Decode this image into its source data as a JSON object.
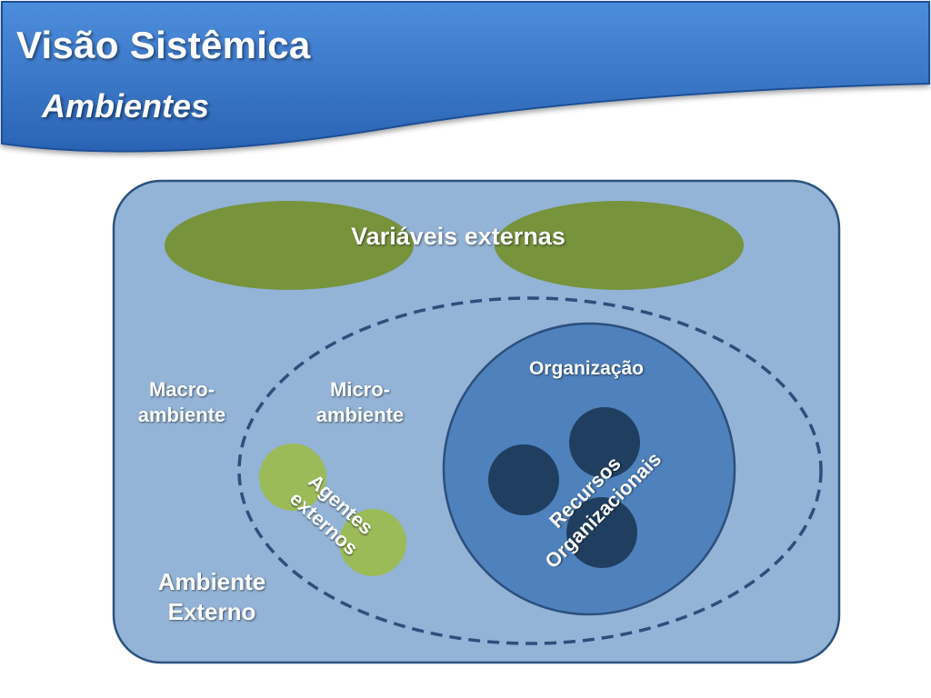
{
  "header": {
    "title": "Visão Sistêmica",
    "subtitle": "Ambientes"
  },
  "diagram": {
    "external_variables": "Variáveis externas",
    "macro_environment": {
      "line1": "Macro-",
      "line2": "ambiente"
    },
    "micro_environment": {
      "line1": "Micro-",
      "line2": "ambiente"
    },
    "external_agents": {
      "line1": "Agentes",
      "line2": "externos"
    },
    "organization": "Organização",
    "organizational_resources": {
      "line1": "Recursos",
      "line2": "Organizacionais"
    },
    "external_environment": {
      "line1": "Ambiente",
      "line2": "Externo"
    }
  },
  "colors": {
    "header_blue": "#3f80d4",
    "outer_box": "#93b3d7",
    "olive_green": "#77933c",
    "light_green": "#9bbb59",
    "organization_blue": "#4f81bd",
    "dark_navy": "#203f60"
  }
}
